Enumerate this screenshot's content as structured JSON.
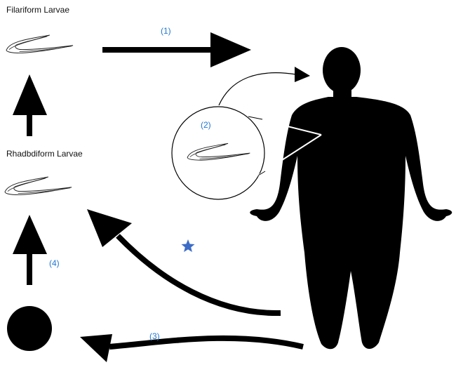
{
  "labels": {
    "filariform": "Filariform Larvae",
    "rhabditiform": "Rhadbdiform Larvae"
  },
  "steps": {
    "s1": "(1)",
    "s2": "(2)",
    "s3": "(3)",
    "s4": "(4)"
  },
  "colors": {
    "arrow": "#000000",
    "silhouette": "#000000",
    "step_label": "#1f77d4",
    "star": "#3d6cc7"
  },
  "icons": {
    "larva": "larva-icon",
    "human": "human-silhouette-icon",
    "star": "star-icon",
    "egg": "egg-circle-icon"
  }
}
